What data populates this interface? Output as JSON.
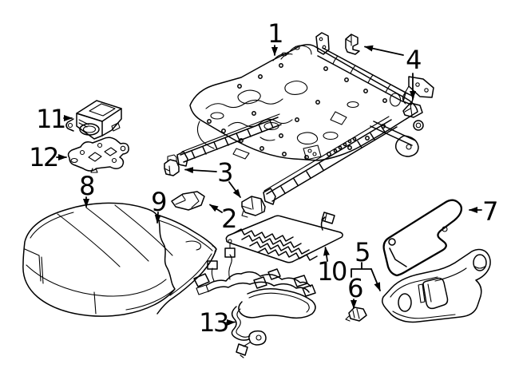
{
  "diagram": {
    "background_color": "#ffffff",
    "line_color": "#000000",
    "label_color": "#000000"
  },
  "callouts": [
    {
      "label": "1"
    },
    {
      "label": "2"
    },
    {
      "label": "3"
    },
    {
      "label": "4"
    },
    {
      "label": "5"
    },
    {
      "label": "6"
    },
    {
      "label": "7"
    },
    {
      "label": "8"
    },
    {
      "label": "9"
    },
    {
      "label": "10"
    },
    {
      "label": "11"
    },
    {
      "label": "12"
    },
    {
      "label": "13"
    }
  ]
}
